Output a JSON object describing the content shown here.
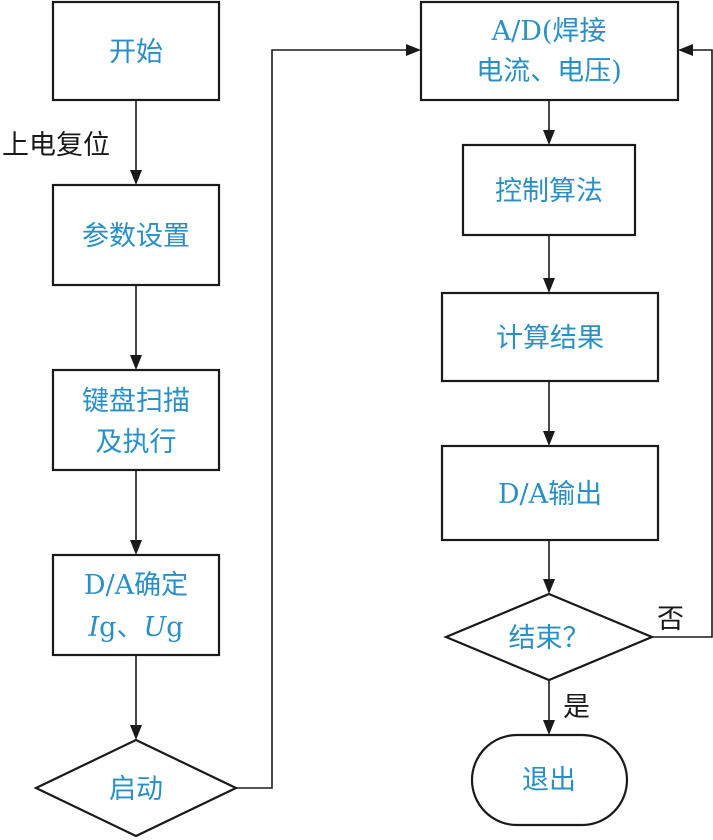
{
  "colors": {
    "node_text": "#2a8fc4",
    "stroke": "#1a1a1a",
    "background": "#ffffff"
  },
  "nodes": {
    "start": "开始",
    "params": "参数设置",
    "keyboard": {
      "line1": "键盘扫描",
      "line2": "及执行"
    },
    "da_set": {
      "prefix": "D/A",
      "suffix": "确定",
      "ig_italic": "I",
      "ig_rest": "g",
      "sep": "、",
      "ug_italic": "U",
      "ug_rest": "g"
    },
    "launch": "启动",
    "ad": {
      "line1_prefix": "A/D(",
      "line1_suffix": "焊接",
      "line2_main": "电流、电压",
      "line2_close": ")"
    },
    "control": "控制算法",
    "compute": "计算结果",
    "da_out": {
      "prefix": "D/A",
      "suffix": "输出"
    },
    "end_check": {
      "main": "结束",
      "mark": "？"
    },
    "exit": "退出"
  },
  "edge_labels": {
    "reset": "上电复位",
    "no": "否",
    "yes": "是"
  }
}
